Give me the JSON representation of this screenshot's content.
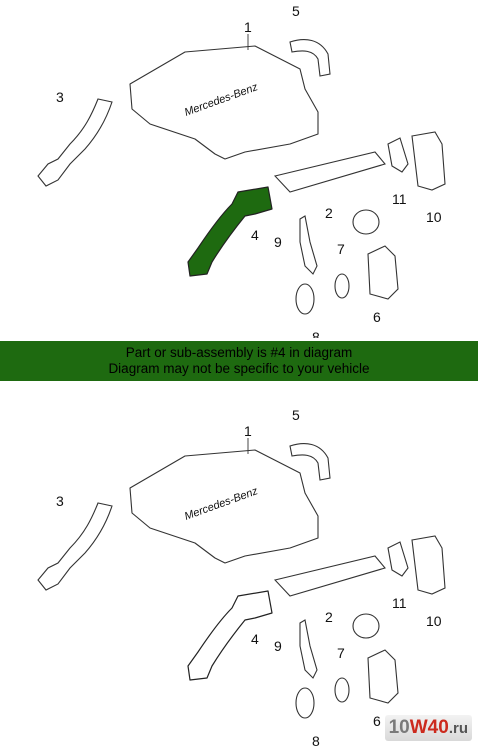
{
  "banner": {
    "line1": "Part or sub-assembly is #4 in diagram",
    "line2": "Diagram may not be specific to your vehicle"
  },
  "callouts": [
    "1",
    "2",
    "3",
    "4",
    "5",
    "6",
    "7",
    "8",
    "9",
    "10",
    "11"
  ],
  "highlight_part": "4",
  "highlight_color": "#1e6a10",
  "brand_text": "Mercedes-Benz",
  "watermark": {
    "a": "10",
    "b": "W40",
    "c": ".ru"
  }
}
